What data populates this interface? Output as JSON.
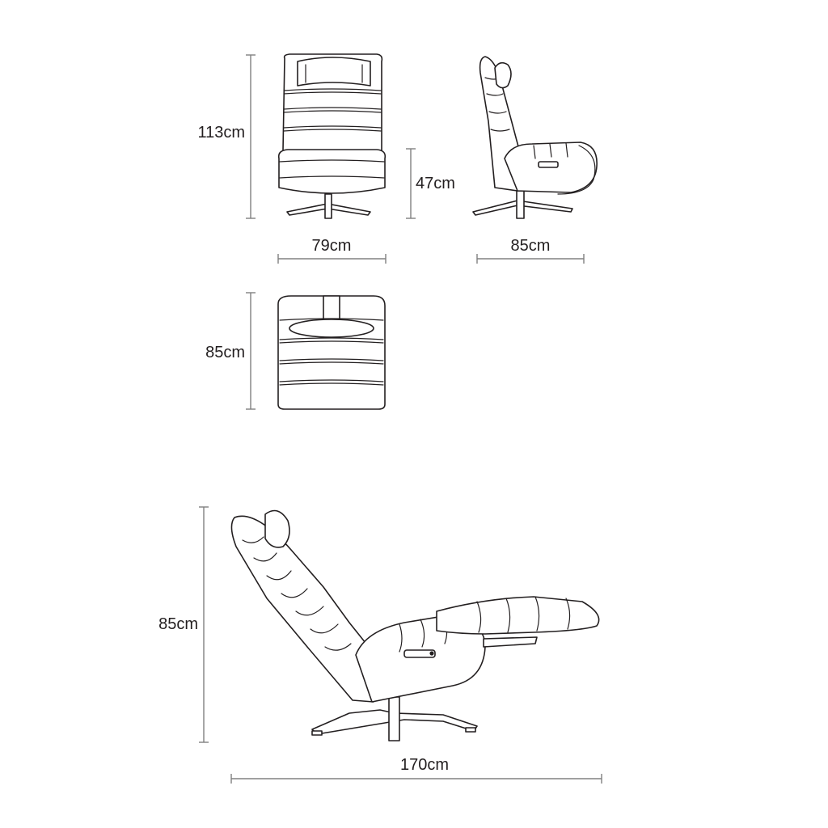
{
  "views": {
    "front": {
      "height_label": "113cm",
      "seat_height_label": "47cm",
      "width_label": "79cm"
    },
    "side": {
      "depth_label": "85cm"
    },
    "top": {
      "depth_label": "85cm"
    },
    "reclined": {
      "height_label": "85cm",
      "length_label": "170cm"
    }
  },
  "colors": {
    "line": "#231f20",
    "dimension": "#808080",
    "background": "#ffffff"
  }
}
